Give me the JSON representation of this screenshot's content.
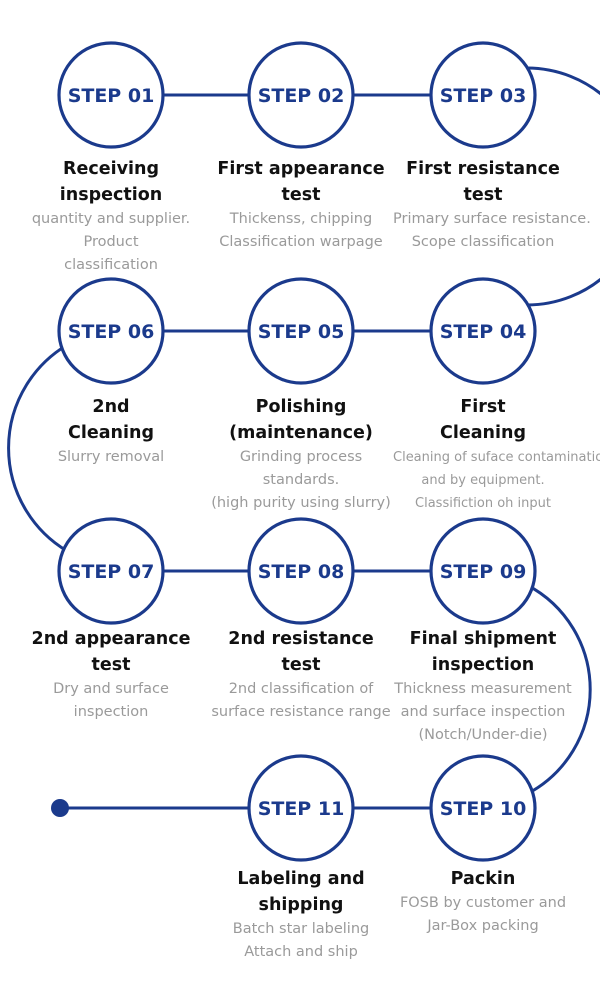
{
  "colors": {
    "primary": "#1b3a8c",
    "title": "#111111",
    "desc": "#9a9a9a"
  },
  "steps": [
    {
      "label": "STEP 01",
      "title": [
        "Receiving",
        "inspection"
      ],
      "desc": [
        "quantity and supplier.",
        "Product",
        "classification"
      ]
    },
    {
      "label": "STEP 02",
      "title": [
        "First appearance",
        "test"
      ],
      "desc": [
        "Thickenss, chipping",
        "Classification warpage"
      ]
    },
    {
      "label": "STEP 03",
      "title": [
        "First resistance",
        "test"
      ],
      "desc": [
        "Primary surface resistance.",
        "Scope classification"
      ]
    },
    {
      "label": "STEP 04",
      "title": [
        "First",
        "Cleaning"
      ],
      "desc": [
        "Cleaning of suface contamination",
        "and by equipment.",
        "Classifiction oh input"
      ]
    },
    {
      "label": "STEP 05",
      "title": [
        "Polishing",
        "(maintenance)"
      ],
      "desc": [
        "Grinding process",
        "standards.",
        "(high purity using slurry)"
      ]
    },
    {
      "label": "STEP 06",
      "title": [
        "2nd",
        "Cleaning"
      ],
      "desc": [
        "Slurry removal"
      ]
    },
    {
      "label": "STEP 07",
      "title": [
        "2nd appearance",
        "test"
      ],
      "desc": [
        "Dry and surface",
        "inspection"
      ]
    },
    {
      "label": "STEP 08",
      "title": [
        "2nd resistance",
        "test"
      ],
      "desc": [
        "2nd classification of",
        "surface resistance range"
      ]
    },
    {
      "label": "STEP 09",
      "title": [
        "Final shipment",
        "inspection"
      ],
      "desc": [
        "Thickness measurement",
        "and surface inspection",
        "(Notch/Under-die)"
      ]
    },
    {
      "label": "STEP 10",
      "title": [
        "Packin"
      ],
      "desc": [
        "FOSB by customer and",
        "Jar-Box packing"
      ]
    },
    {
      "label": "STEP 11",
      "title": [
        "Labeling and",
        "shipping"
      ],
      "desc": [
        "Batch star labeling",
        "Attach and ship"
      ]
    }
  ]
}
